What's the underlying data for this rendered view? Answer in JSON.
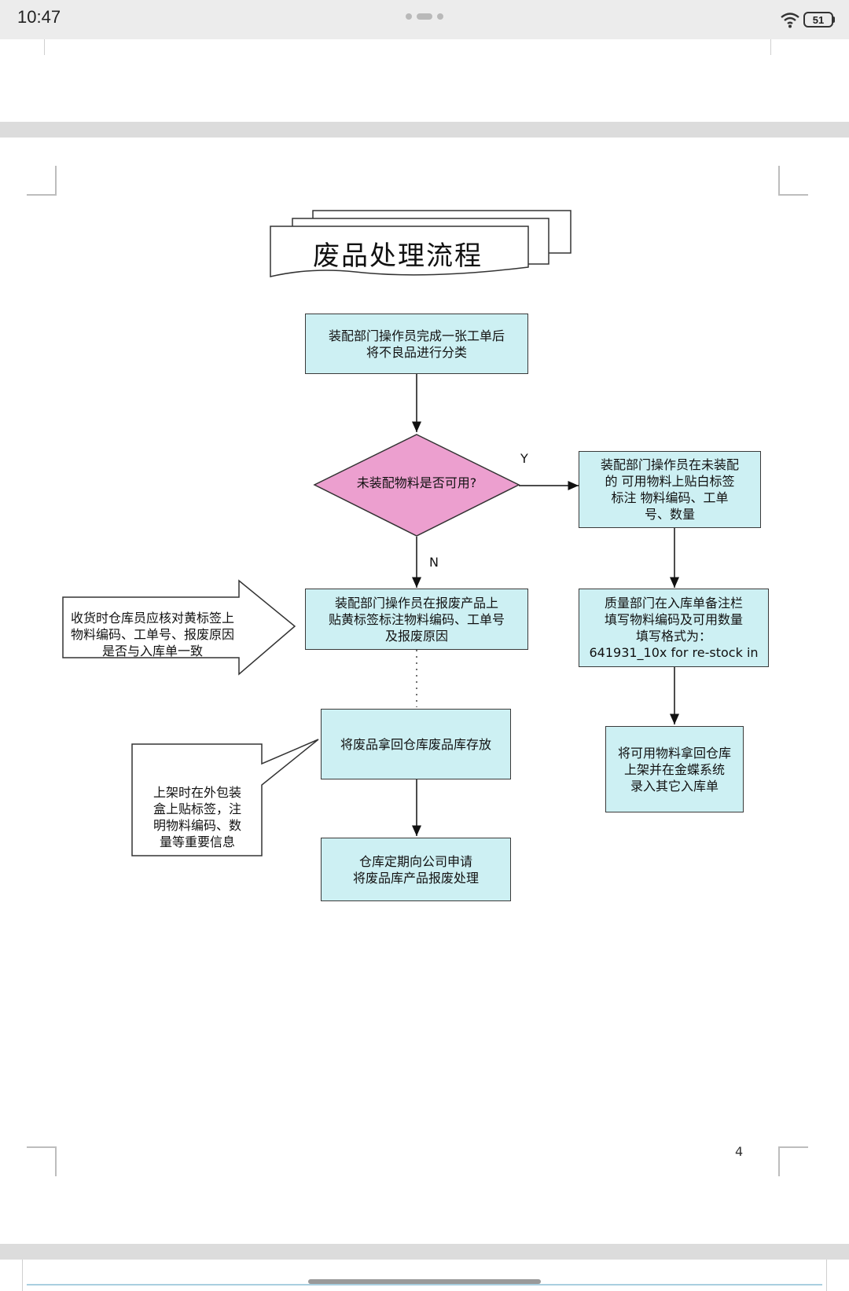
{
  "status_bar": {
    "time": "10:47",
    "battery": "51"
  },
  "document": {
    "title": "废品处理流程",
    "page_number": "4",
    "flow": {
      "start": "装配部门操作员完成一张工单后\n将不良品进行分类",
      "decision": "未装配物料是否可用?",
      "yes_label": "Y",
      "no_label": "N",
      "yes_step1": "装配部门操作员在未装配\n的 可用物料上贴白标签\n标注  物料编码、工单\n号、数量",
      "yes_step2": "质量部门在入库单备注栏\n填写物料编码及可用数量\n填写格式为：\n641931_10x for re-stock  in",
      "yes_step3": "将可用物料拿回仓库\n上架并在金蝶系统\n录入其它入库单",
      "no_step1": "装配部门操作员在报废产品上\n贴黄标签标注物料编码、工单号\n及报废原因",
      "no_step2": "将废品拿回仓库废品库存放",
      "no_step3": "仓库定期向公司申请\n将废品库产品报废处理",
      "arrow_note": "收货时仓库员应核对黄标签上\n物料编码、工单号、报废原因\n是否与入库单一致",
      "callout_note": "上架时在外包装\n盒上贴标签，注\n明物料编码、数\n量等重要信息"
    }
  },
  "colors": {
    "process_fill": "#cdf0f3",
    "decision_fill": "#ec9fcf",
    "status_bar": "#ececec",
    "page_gap": "#dcdcdc"
  },
  "icons": {
    "wifi": "wifi-icon",
    "battery": "battery-icon"
  }
}
